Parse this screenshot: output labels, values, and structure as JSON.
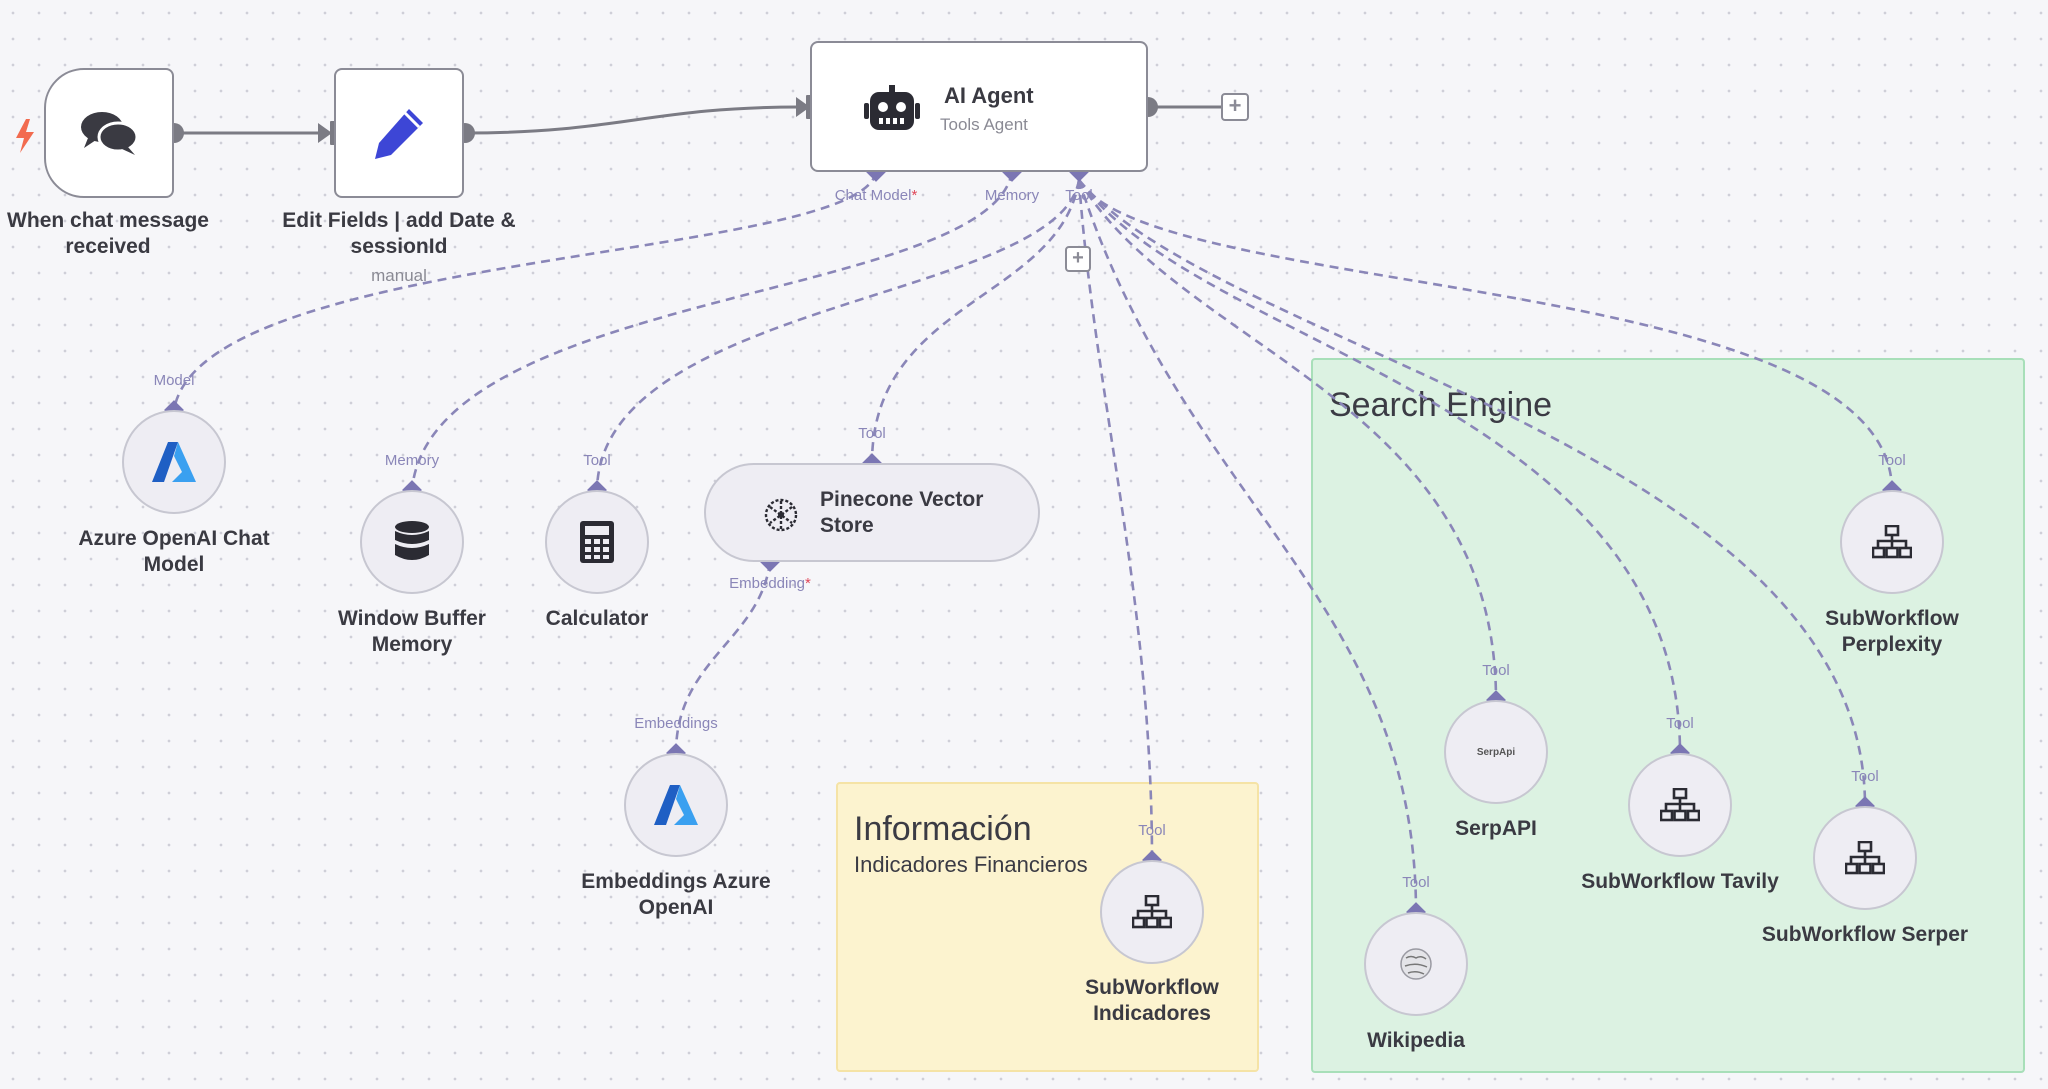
{
  "notes": {
    "info": {
      "title": "Información",
      "subtitle": "Indicadores Financieros"
    },
    "search": {
      "title": "Search Engine"
    }
  },
  "nodes": {
    "chat_trigger": {
      "label_line1": "When chat message",
      "label_line2": "received",
      "icon": "chat-bubbles-icon"
    },
    "edit_fields": {
      "label_line1": "Edit Fields | add Date &",
      "label_line2": "sessionId",
      "sublabel": "manual",
      "icon": "pencil-icon"
    },
    "ai_agent": {
      "title": "AI Agent",
      "subtitle": "Tools Agent",
      "icon": "robot-icon",
      "ports": {
        "chat_model": "Chat Model",
        "memory": "Memory",
        "tool": "Tool"
      }
    },
    "azure_chat": {
      "label_line1": "Azure OpenAI Chat",
      "label_line2": "Model",
      "port": "Model",
      "icon": "azure-icon"
    },
    "window_memory": {
      "label_line1": "Window Buffer",
      "label_line2": "Memory",
      "port": "Memory",
      "icon": "database-icon"
    },
    "calculator": {
      "label": "Calculator",
      "port": "Tool",
      "icon": "calculator-icon"
    },
    "pinecone": {
      "title_line1": "Pinecone Vector",
      "title_line2": "Store",
      "port_top": "Tool",
      "port_bottom": "Embedding",
      "icon": "pinecone-icon"
    },
    "embeddings": {
      "label_line1": "Embeddings Azure",
      "label_line2": "OpenAI",
      "port": "Embeddings",
      "icon": "azure-icon"
    },
    "sub_indicadores": {
      "label_line1": "SubWorkflow",
      "label_line2": "Indicadores",
      "port": "Tool",
      "icon": "sitemap-icon"
    },
    "wikipedia": {
      "label": "Wikipedia",
      "port": "Tool",
      "icon": "wikipedia-icon"
    },
    "serpapi": {
      "label": "SerpAPI",
      "port": "Tool",
      "icon_text": "SerpApi"
    },
    "sub_tavily": {
      "label": "SubWorkflow Tavily",
      "port": "Tool",
      "icon": "sitemap-icon"
    },
    "sub_serper": {
      "label": "SubWorkflow Serper",
      "port": "Tool",
      "icon": "sitemap-icon"
    },
    "sub_perplexity": {
      "label_line1": "SubWorkflow",
      "label_line2": "Perplexity",
      "port": "Tool",
      "icon": "sitemap-icon"
    }
  },
  "colors": {
    "wire": "#8a86b8",
    "main_wire": "#7b7b84",
    "pencil": "#3d46d6",
    "trigger": "#f26b4f"
  }
}
